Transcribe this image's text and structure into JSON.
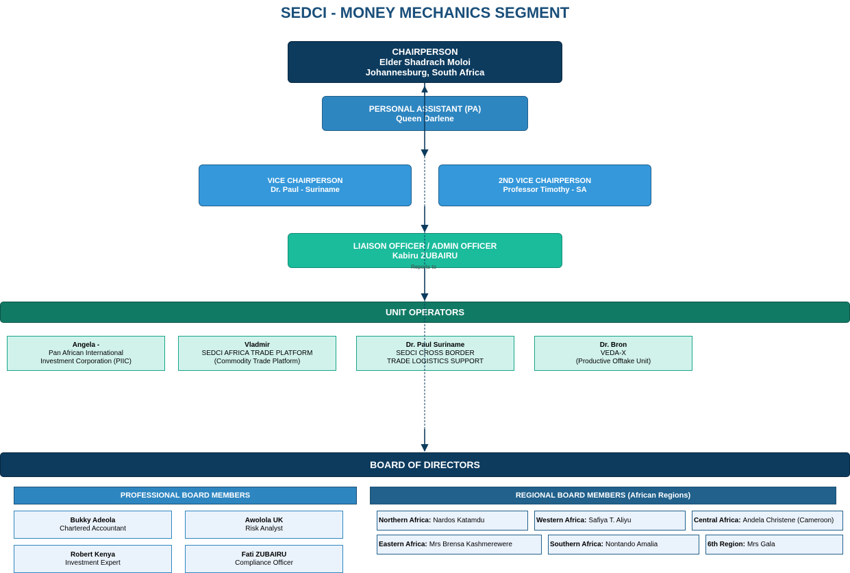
{
  "title": "SEDCI - MONEY MECHANICS SEGMENT",
  "chairperson": {
    "role": "CHAIRPERSON",
    "name": "Elder Shadrach Moloi",
    "location": "Johannesburg, South Africa"
  },
  "personal_assistant": {
    "role": "PERSONAL ASSISTANT (PA)",
    "name": "Queen Darlene"
  },
  "vice_chairpersons": [
    {
      "role": "VICE CHAIRPERSON",
      "name": "Dr. Paul - Suriname"
    },
    {
      "role": "2ND VICE CHAIRPERSON",
      "name": "Professor Timothy - SA"
    }
  ],
  "liaison": {
    "role": "LIAISON OFFICER / ADMIN OFFICER",
    "name": "Kabiru ZUBAIRU"
  },
  "reports_to_label": "Reports to",
  "unit_operators": {
    "label": "UNIT OPERATORS",
    "items": [
      {
        "name": "Angela -",
        "line1": "Pan African International",
        "line2": "Investment Corporation (PIIC)"
      },
      {
        "name": "Vladmir",
        "line1": "SEDCI AFRICA TRADE PLATFORM",
        "line2": "(Commodity Trade Platform)"
      },
      {
        "name": "Dr. Paul Suriname",
        "line1": "SEDCI CROSS BORDER",
        "line2": "TRADE LOGISTICS SUPPORT"
      },
      {
        "name": "Dr. Bron",
        "line1": "VEDA-X",
        "line2": "(Productive Offtake Unit)"
      }
    ]
  },
  "board": {
    "label": "BOARD OF DIRECTORS",
    "professional": {
      "label": "PROFESSIONAL BOARD MEMBERS",
      "members": [
        {
          "name": "Bukky Adeola",
          "title": "Chartered Accountant"
        },
        {
          "name": "Awolola UK",
          "title": "Risk Analyst"
        },
        {
          "name": "Robert Kenya",
          "title": "Investment Expert"
        },
        {
          "name": "Fati ZUBAIRU",
          "title": "Compliance Officer"
        }
      ]
    },
    "regional": {
      "label": "REGIONAL BOARD MEMBERS (African Regions)",
      "members": [
        {
          "region": "Northern Africa:",
          "name": "Nardos Katamdu"
        },
        {
          "region": "Western Africa:",
          "name": "Safiya T. Aliyu"
        },
        {
          "region": "Central Africa:",
          "name": "Andela Christene (Cameroon)"
        },
        {
          "region": "Eastern Africa:",
          "name": "Mrs Brensa Kashmerewere"
        },
        {
          "region": "Southern Africa:",
          "name": "Nontando Amalia"
        },
        {
          "region": "6th Region:",
          "name": "Mrs Gala"
        }
      ]
    }
  },
  "colors": {
    "title": "#1a4f7a",
    "chair": "#0d3b5e",
    "pa": "#2e86c1",
    "vice": "#3498db",
    "liaison": "#1abc9c",
    "unit_band": "#117a65",
    "operator_fill": "#d1f2eb",
    "board_band": "#0d3b5e",
    "member_fill": "#eaf2fb"
  }
}
